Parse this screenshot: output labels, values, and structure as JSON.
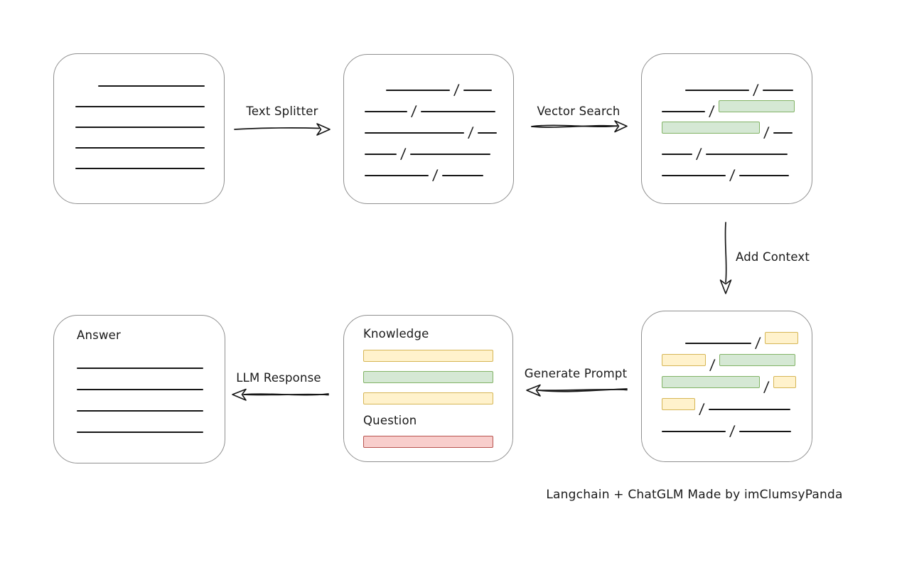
{
  "caption": "Langchain + ChatGLM Made by imClumsyPanda",
  "colors": {
    "ink": "#1a1a1a",
    "box_border": "#8f8f8f",
    "green_fill": "#d5e8d4",
    "green_border": "#82b366",
    "yellow_fill": "#fff2cc",
    "yellow_border": "#d6b656",
    "red_fill": "#f8cecc",
    "red_border": "#b85450"
  },
  "arrows": {
    "text_splitter": {
      "label": "Text Splitter",
      "direction": "right"
    },
    "vector_search": {
      "label": "Vector Search",
      "direction": "right"
    },
    "add_context": {
      "label": "Add Context",
      "direction": "down"
    },
    "generate_prompt": {
      "label": "Generate Prompt",
      "direction": "left"
    },
    "llm_response": {
      "label": "LLM Response",
      "direction": "left"
    }
  },
  "boxes": {
    "document": {
      "rows": [
        [
          {
            "t": "gap",
            "w": 32
          },
          {
            "t": "line",
            "w": 150
          }
        ],
        [
          {
            "t": "line",
            "w": 182
          }
        ],
        [
          {
            "t": "line",
            "w": 182
          }
        ],
        [
          {
            "t": "line",
            "w": 182
          }
        ],
        [
          {
            "t": "line",
            "w": 182
          }
        ]
      ]
    },
    "chunks": {
      "rows": [
        [
          {
            "t": "gap",
            "w": 30
          },
          {
            "t": "line",
            "w": 90
          },
          {
            "t": "slash"
          },
          {
            "t": "line",
            "w": 40
          }
        ],
        [
          {
            "t": "line",
            "w": 60
          },
          {
            "t": "slash"
          },
          {
            "t": "line",
            "w": 105
          }
        ],
        [
          {
            "t": "line",
            "w": 140
          },
          {
            "t": "slash"
          },
          {
            "t": "line",
            "w": 27
          }
        ],
        [
          {
            "t": "line",
            "w": 45
          },
          {
            "t": "slash"
          },
          {
            "t": "line",
            "w": 113
          }
        ],
        [
          {
            "t": "line",
            "w": 90
          },
          {
            "t": "slash"
          },
          {
            "t": "line",
            "w": 58
          }
        ]
      ]
    },
    "matched_chunks": {
      "rows": [
        [
          {
            "t": "gap",
            "w": 33
          },
          {
            "t": "line",
            "w": 90
          },
          {
            "t": "slash"
          },
          {
            "t": "line",
            "w": 43
          }
        ],
        [
          {
            "t": "line",
            "w": 61
          },
          {
            "t": "slash"
          },
          {
            "t": "green",
            "w": 107
          }
        ],
        [
          {
            "t": "green",
            "w": 138
          },
          {
            "t": "slash"
          },
          {
            "t": "line",
            "w": 27
          }
        ],
        [
          {
            "t": "line",
            "w": 43
          },
          {
            "t": "slash"
          },
          {
            "t": "line",
            "w": 115
          }
        ],
        [
          {
            "t": "line",
            "w": 90
          },
          {
            "t": "slash"
          },
          {
            "t": "line",
            "w": 70
          }
        ]
      ]
    },
    "context_chunks": {
      "rows": [
        [
          {
            "t": "gap",
            "w": 33
          },
          {
            "t": "line",
            "w": 93
          },
          {
            "t": "slash"
          },
          {
            "t": "yellow",
            "w": 47
          }
        ],
        [
          {
            "t": "yellow",
            "w": 62
          },
          {
            "t": "slash"
          },
          {
            "t": "green",
            "w": 107
          }
        ],
        [
          {
            "t": "green",
            "w": 138
          },
          {
            "t": "slash"
          },
          {
            "t": "yellow",
            "w": 32
          }
        ],
        [
          {
            "t": "yellow",
            "w": 47
          },
          {
            "t": "slash"
          },
          {
            "t": "line",
            "w": 115
          }
        ],
        [
          {
            "t": "line",
            "w": 90
          },
          {
            "t": "slash"
          },
          {
            "t": "line",
            "w": 73
          }
        ]
      ]
    },
    "prompt": {
      "knowledge_label": "Knowledge",
      "question_label": "Question",
      "knowledge_bars": [
        "yellow",
        "green",
        "yellow"
      ],
      "question_bars": [
        "red"
      ]
    },
    "answer": {
      "label": "Answer",
      "rows": [
        [
          {
            "t": "line",
            "w": 178
          }
        ],
        [
          {
            "t": "line",
            "w": 178
          }
        ],
        [
          {
            "t": "line",
            "w": 178
          }
        ],
        [
          {
            "t": "line",
            "w": 178
          }
        ]
      ]
    }
  }
}
